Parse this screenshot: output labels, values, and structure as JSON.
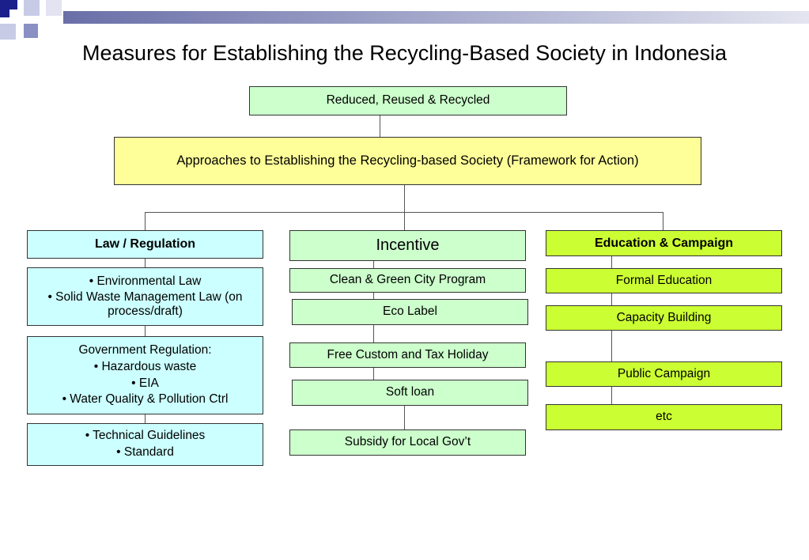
{
  "title": "Measures for Establishing the Recycling-Based Society in Indonesia",
  "top_box": "Reduced, Reused & Recycled",
  "framework_box": "Approaches to Establishing the Recycling-based Society (Framework for Action)",
  "columns": {
    "law": {
      "header": "Law / Regulation",
      "box1": [
        "• Environmental Law",
        "• Solid Waste Management Law (on process/draft)"
      ],
      "box2": [
        "Government Regulation:",
        "• Hazardous waste",
        "• EIA",
        "• Water Quality & Pollution Ctrl"
      ],
      "box3": [
        "• Technical Guidelines",
        "• Standard"
      ]
    },
    "incentive": {
      "header": "Incentive",
      "items": [
        "Clean & Green City Program",
        "Eco Label",
        "Free Custom and Tax Holiday",
        "Soft loan",
        "Subsidy for Local Gov’t"
      ]
    },
    "education": {
      "header": "Education & Campaign",
      "items": [
        "Formal Education",
        "Capacity Building",
        "Public Campaign",
        "etc"
      ]
    }
  },
  "colors": {
    "green": "#ccffcc",
    "yellow": "#ffff99",
    "cyan": "#ccffff",
    "lime": "#ccff33"
  }
}
